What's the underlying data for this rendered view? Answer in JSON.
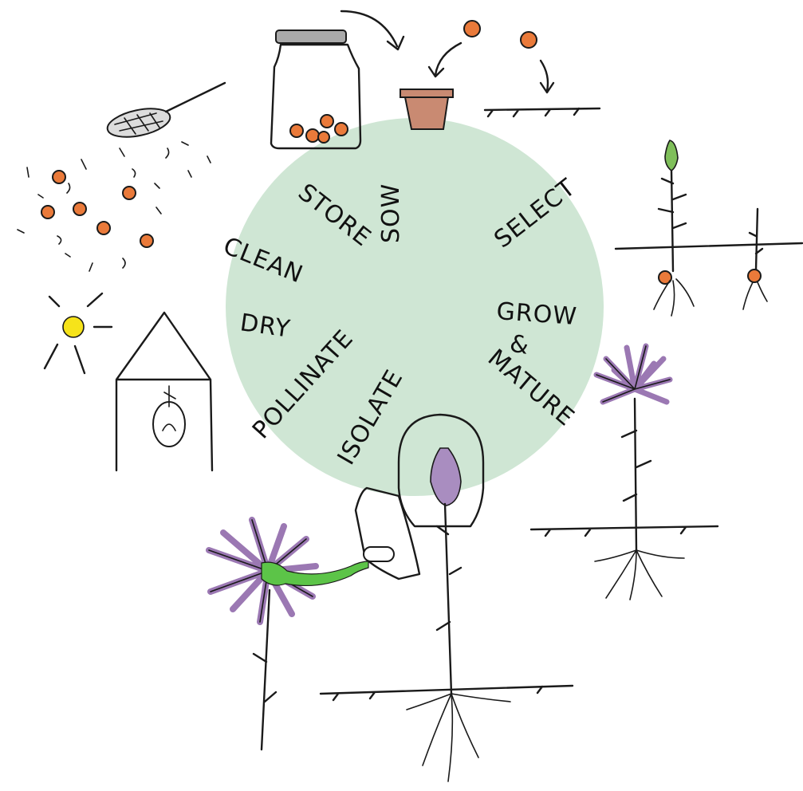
{
  "diagram": {
    "steps": [
      "STORE",
      "SOW",
      "SELECT",
      "GROW",
      "&",
      "MATURE",
      "ISOLATE",
      "POLLINATE",
      "DRY",
      "CLEAN"
    ]
  },
  "colors": {
    "circle": "#cfe6d4",
    "seed": "#ea7a3a",
    "pot": "#c98a72",
    "jar_lid": "#aaaaaa",
    "flower": "#9b78b3",
    "flower_bud": "#a98dc0",
    "bud_leaf_green": "#7fbf5a",
    "sun": "#f6e31a",
    "pollen_stem": "#5cc448"
  }
}
